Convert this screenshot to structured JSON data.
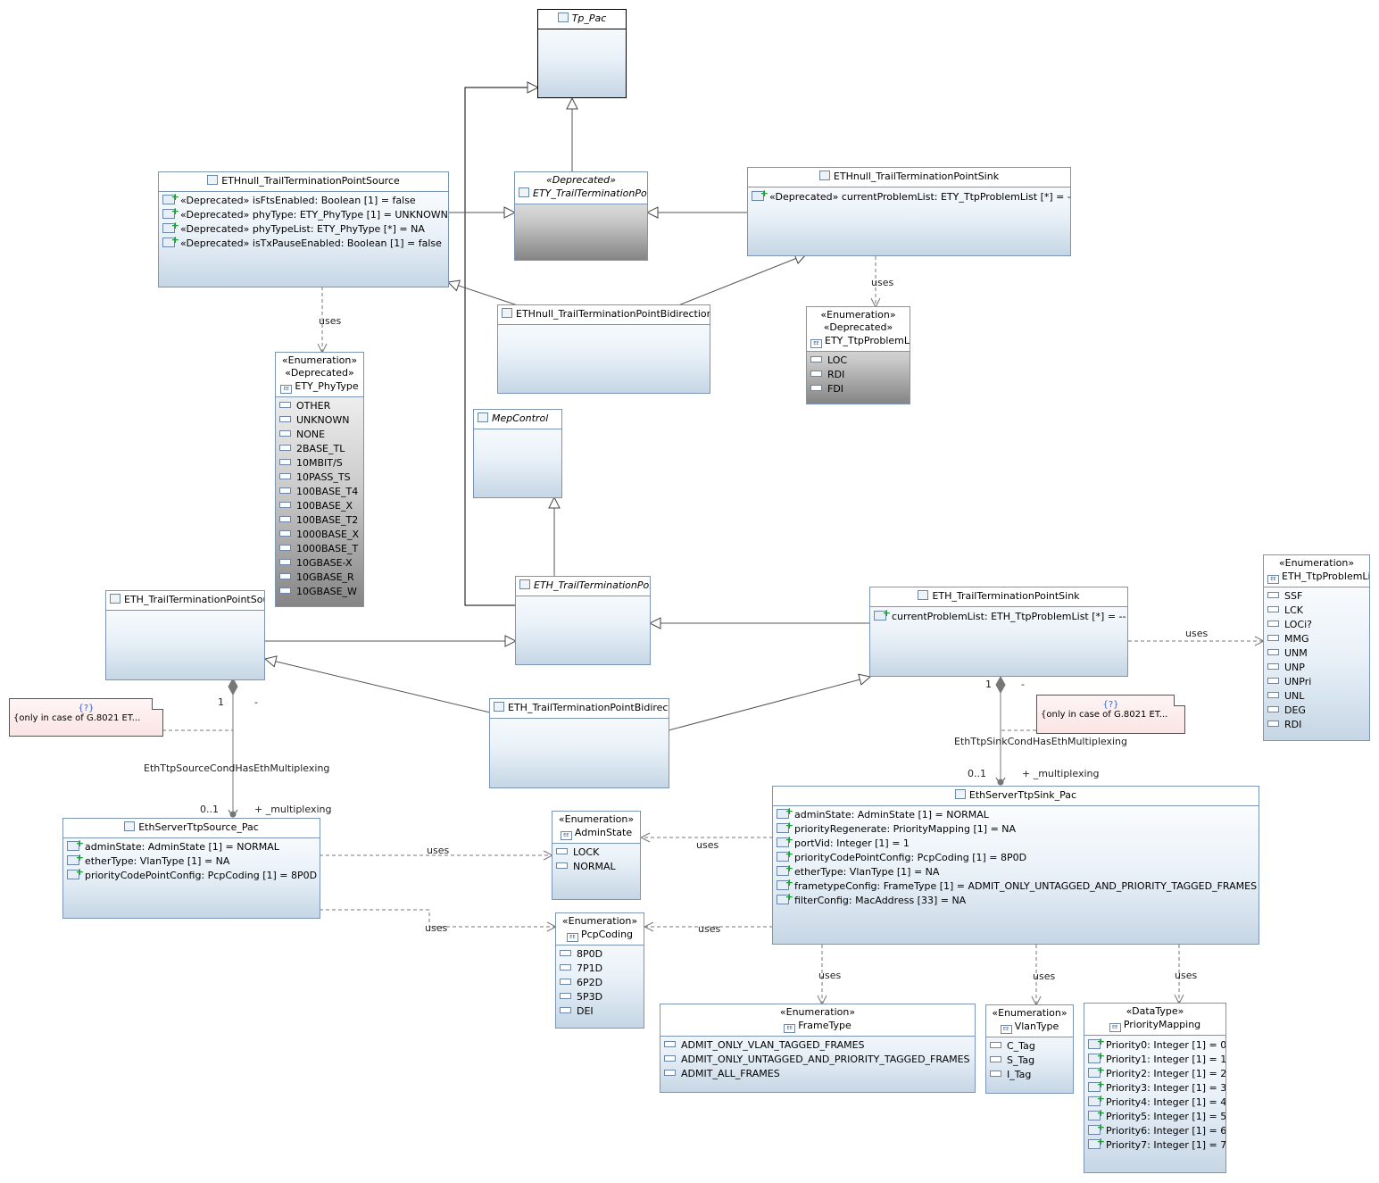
{
  "classes": {
    "tp_pac": {
      "name": "Tp_Pac"
    },
    "ety_ttp": {
      "stereotype": "«Deprecated»",
      "name": "ETY_TrailTerminationPoint"
    },
    "ethnull_src": {
      "name": "ETHnull_TrailTerminationPointSource",
      "attrs": [
        "«Deprecated»   isFtsEnabled: Boolean [1] = false",
        "«Deprecated»   phyType: ETY_PhyType [1] = UNKNOWN",
        "«Deprecated»   phyTypeList: ETY_PhyType [*] = NA",
        "«Deprecated»   isTxPauseEnabled: Boolean [1] = false"
      ]
    },
    "ethnull_sink": {
      "name": "ETHnull_TrailTerminationPointSink",
      "attrs": [
        "«Deprecated»   currentProblemList: ETY_TtpProblemList [*] = --"
      ]
    },
    "ethnull_bidir": {
      "name": "ETHnull_TrailTerminationPointBidirectional"
    },
    "mepcontrol": {
      "name": "MepControl"
    },
    "eth_ttp": {
      "name": "ETH_TrailTerminationPoint"
    },
    "eth_src": {
      "name": "ETH_TrailTerminationPointSource"
    },
    "eth_sink": {
      "name": "ETH_TrailTerminationPointSink",
      "attrs": [
        "currentProblemList: ETH_TtpProblemList [*] = --"
      ]
    },
    "eth_bidir": {
      "name": "ETH_TrailTerminationPointBidirectional"
    },
    "srv_src_pac": {
      "name": "EthServerTtpSource_Pac",
      "attrs": [
        "adminState: AdminState [1] = NORMAL",
        "etherType: VlanType [1] = NA",
        "priorityCodePointConfig: PcpCoding [1] = 8P0D"
      ]
    },
    "srv_sink_pac": {
      "name": "EthServerTtpSink_Pac",
      "attrs": [
        "adminState: AdminState [1] = NORMAL",
        "priorityRegenerate: PriorityMapping [1] = NA",
        "portVid: Integer [1] = 1",
        "priorityCodePointConfig: PcpCoding [1] = 8P0D",
        "etherType: VlanType [1] = NA",
        "frametypeConfig: FrameType [1] = ADMIT_ONLY_UNTAGGED_AND_PRIORITY_TAGGED_FRAMES",
        "filterConfig: MacAddress [33] = NA"
      ]
    },
    "priority_mapping": {
      "stereotype": "«DataType»",
      "name": "PriorityMapping",
      "attrs": [
        "Priority0: Integer [1] = 0",
        "Priority1: Integer [1] = 1",
        "Priority2: Integer [1] = 2",
        "Priority3: Integer [1] = 3",
        "Priority4: Integer [1] = 4",
        "Priority5: Integer [1] = 5",
        "Priority6: Integer [1] = 6",
        "Priority7: Integer [1] = 7"
      ]
    }
  },
  "enums": {
    "ety_phytype": {
      "stereotype": "«Enumeration»",
      "stereotype2": "«Deprecated»",
      "name": "ETY_PhyType",
      "literals": [
        "OTHER",
        "UNKNOWN",
        "NONE",
        "2BASE_TL",
        "10MBIT/S",
        "10PASS_TS",
        "100BASE_T4",
        "100BASE_X",
        "100BASE_T2",
        "1000BASE_X",
        "1000BASE_T",
        "10GBASE-X",
        "10GBASE_R",
        "10GBASE_W"
      ]
    },
    "ety_problems": {
      "stereotype": "«Enumeration»",
      "stereotype2": "«Deprecated»",
      "name": "ETY_TtpProblemList",
      "literals": [
        "LOC",
        "RDI",
        "FDI"
      ]
    },
    "eth_problems": {
      "stereotype": "«Enumeration»",
      "name": "ETH_TtpProblemList",
      "literals": [
        "SSF",
        "LCK",
        "LOCi?",
        "MMG",
        "UNM",
        "UNP",
        "UNPri",
        "UNL",
        "DEG",
        "RDI"
      ]
    },
    "admin_state": {
      "stereotype": "«Enumeration»",
      "name": "AdminState",
      "literals": [
        "LOCK",
        "NORMAL"
      ]
    },
    "pcp_coding": {
      "stereotype": "«Enumeration»",
      "name": "PcpCoding",
      "literals": [
        "8P0D",
        "7P1D",
        "6P2D",
        "5P3D",
        "DEI"
      ]
    },
    "frame_type": {
      "stereotype": "«Enumeration»",
      "name": "FrameType",
      "literals": [
        "ADMIT_ONLY_VLAN_TAGGED_FRAMES",
        "ADMIT_ONLY_UNTAGGED_AND_PRIORITY_TAGGED_FRAMES",
        "ADMIT_ALL_FRAMES"
      ]
    },
    "vlan_type": {
      "stereotype": "«Enumeration»",
      "name": "VlanType",
      "literals": [
        "C_Tag",
        "S_Tag",
        "I_Tag"
      ]
    }
  },
  "labels": {
    "uses": "uses",
    "src_assoc": "EthTtpSourceCondHasEthMultiplexing",
    "sink_assoc": "EthTtpSinkCondHasEthMultiplexing",
    "mult_one": "1",
    "mult_dash": "-",
    "mult_zero_one": "0..1",
    "role": "+ _multiplexing"
  },
  "notes": {
    "q": "{?}",
    "src_note": "{only in case of G.8021 ET...",
    "sink_note": "{only in case of G.8021 ET..."
  },
  "colors": {
    "border": "#7b95b5",
    "line": "#555555",
    "attr_plus": "#1f9e2f",
    "note_q": "#3366cc"
  }
}
